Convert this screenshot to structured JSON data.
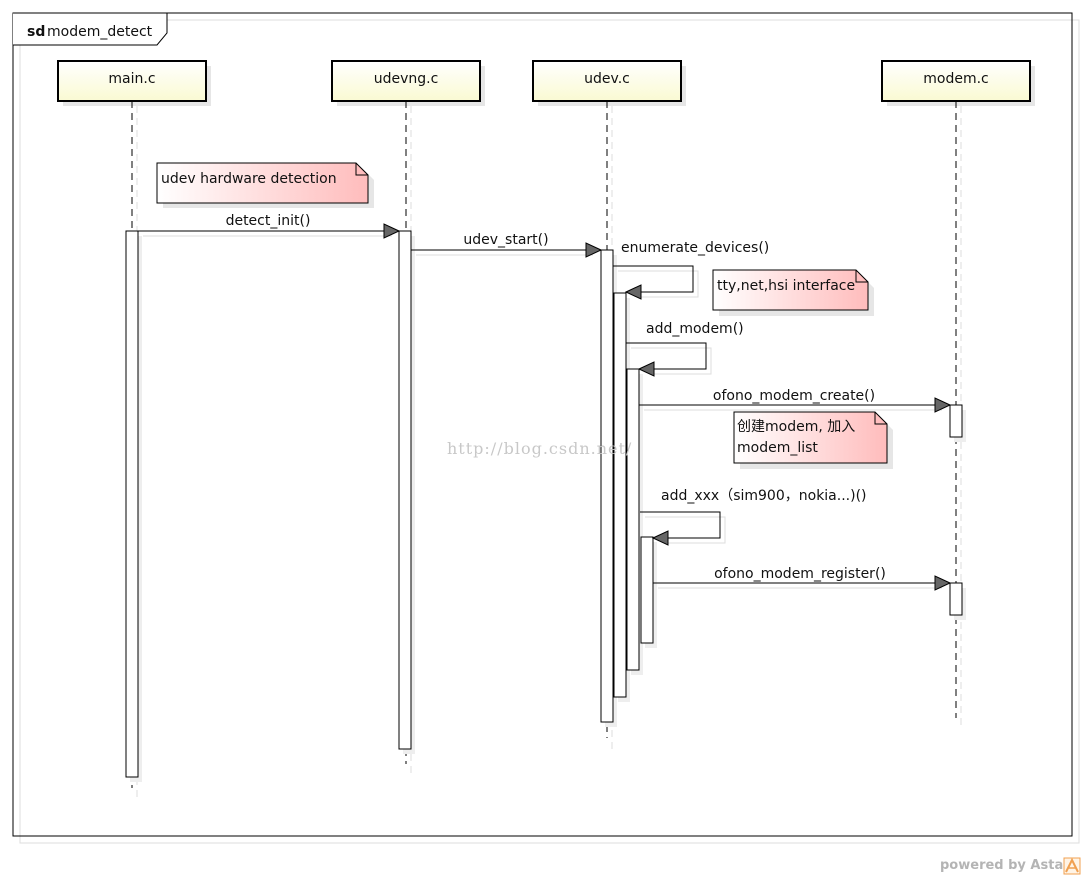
{
  "frame": {
    "keyword": "sd",
    "name": "modem_detect"
  },
  "lifelines": [
    {
      "id": "main",
      "label": "main.c"
    },
    {
      "id": "udevng",
      "label": "udevng.c"
    },
    {
      "id": "udev",
      "label": "udev.c"
    },
    {
      "id": "modem",
      "label": "modem.c"
    }
  ],
  "notes": [
    {
      "id": "note-udev-hw",
      "lines": [
        "udev hardware detection"
      ]
    },
    {
      "id": "note-interfaces",
      "lines": [
        "tty,net,hsi interface"
      ]
    },
    {
      "id": "note-create",
      "lines": [
        "创建modem, 加入",
        "modem_list"
      ]
    }
  ],
  "messages": [
    {
      "id": "detect-init",
      "label": "detect_init()",
      "from": "main",
      "to": "udevng"
    },
    {
      "id": "udev-start",
      "label": "udev_start()",
      "from": "udevng",
      "to": "udev"
    },
    {
      "id": "enumerate-devices",
      "label": "enumerate_devices()",
      "from": "udev",
      "to": "udev"
    },
    {
      "id": "add-modem",
      "label": "add_modem()",
      "from": "udev",
      "to": "udev"
    },
    {
      "id": "ofono-modem-create",
      "label": "ofono_modem_create()",
      "from": "udev",
      "to": "modem"
    },
    {
      "id": "add-xxx",
      "label": "add_xxx（sim900，nokia...)()",
      "from": "udev",
      "to": "udev"
    },
    {
      "id": "ofono-modem-register",
      "label": "ofono_modem_register()",
      "from": "udev",
      "to": "modem"
    }
  ],
  "watermark": "http://blog.csdn.net/",
  "footer": {
    "text": "powered by Astah"
  },
  "colors": {
    "lifeline_box_top": "#ffffff",
    "lifeline_box_bottom": "#fafad2",
    "note_light": "#ffffff",
    "note_dark": "#ffc0c0",
    "arrow_fill": "#666666",
    "line": "#000000",
    "footer_logo": "#f0a050"
  }
}
